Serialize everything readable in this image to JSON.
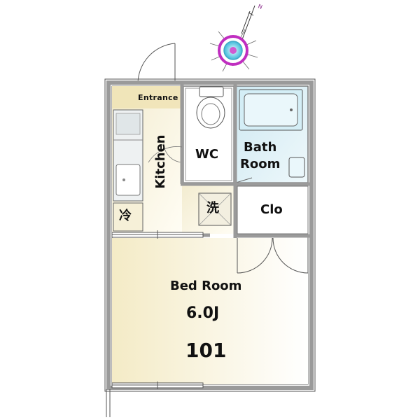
{
  "rooms": {
    "entrance": "Entrance",
    "kitchen": "Kitchen",
    "wc": "WC",
    "bath_line1": "Bath",
    "bath_line2": "Room",
    "closet": "Clo",
    "fridge": "冷",
    "washer": "洗",
    "bedroom": "Bed Room",
    "bedroom_size": "6.0J",
    "unit_number": "101"
  },
  "compass": {
    "north_label": "N"
  },
  "colors": {
    "wall": "#9a9a9a",
    "floor_cream": "#f5eed0",
    "floor_pale": "#fbf7e6",
    "bath_blue": "#d6eef4",
    "fixture_blue": "#c6e6f0",
    "compass_magenta": "#c02ec0",
    "compass_cyan": "#56c8e0"
  }
}
